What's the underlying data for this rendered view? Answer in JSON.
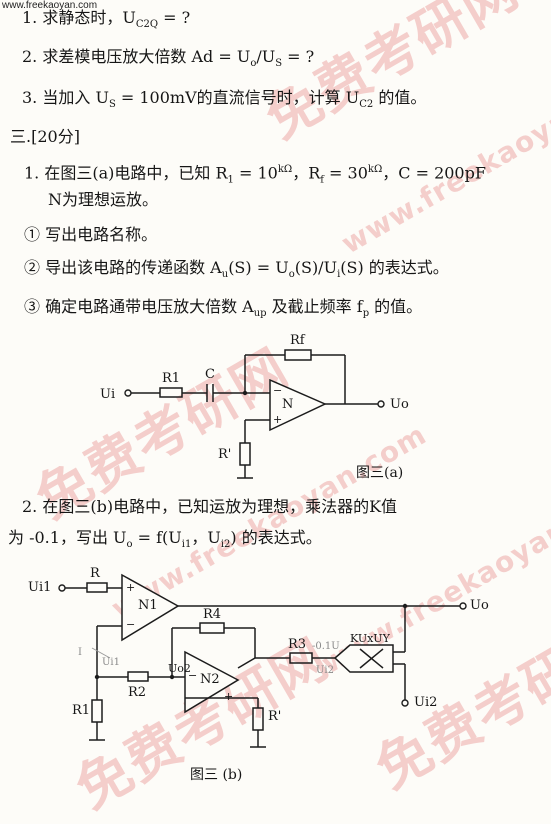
{
  "source_site": "www.freekaoyan.com",
  "watermarks": {
    "brand_cn": "免费考研网",
    "url": "www.freekaoyan.com"
  },
  "lines": {
    "q1": "1. 求静态时，U",
    "q1_sub": "C2Q",
    "q1_tail": " = ?",
    "q2": "2. 求差模电压放大倍数 Ad = U",
    "q2_sub_o": "o",
    "q2_mid": "/U",
    "q2_sub_s": "S",
    "q2_tail": " = ?",
    "q3": "3. 当加入 U",
    "q3_sub": "S",
    "q3_tail": " = 100mV的直流信号时，计算 U",
    "q3_sub2": "C2",
    "q3_end": " 的值。",
    "section3": "三.[20分]",
    "s3_1": "1. 在图三(a)电路中，已知 R",
    "s3_1_sub1": "1",
    "s3_1_a": " = 10",
    "s3_1_sup1": "kΩ",
    "s3_1_b": "，R",
    "s3_1_sub2": "f",
    "s3_1_c": " = 30",
    "s3_1_sup2": "kΩ",
    "s3_1_d": "，C = 200pF",
    "s3_1_line2": "N为理想运放。",
    "s3_i1": "① 写出电路名称。",
    "s3_i2_a": "② 导出该电路的传递函数 A",
    "s3_i2_sub": "u",
    "s3_i2_b": "(S) = U",
    "s3_i2_num": "o",
    "s3_i2_c": "(S)/U",
    "s3_i2_den": "i",
    "s3_i2_d": "(S) 的表达式。",
    "s3_i3_a": "③ 确定电路通带电压放大倍数 A",
    "s3_i3_sub": "up",
    "s3_i3_b": " 及截止频率 f",
    "s3_i3_sub2": "p",
    "s3_i3_c": " 的值。",
    "s3_2_line1": "2. 在图三(b)电路中，已知运放为理想，乘法器的K值",
    "s3_2_line2_a": "为 -0.1，写出 U",
    "s3_2_line2_sub": "o",
    "s3_2_line2_b": " = f(U",
    "s3_2_line2_s1": "i1",
    "s3_2_line2_c": "，U",
    "s3_2_line2_s2": "i2",
    "s3_2_line2_d": ") 的表达式。"
  },
  "figure_a": {
    "caption": "图三(a)",
    "labels": {
      "Rf": "Rf",
      "R1": "R1",
      "C": "C",
      "N": "N",
      "Ui": "Ui",
      "Uo": "Uo",
      "Rprime": "R'",
      "minus": "−",
      "plus": "+"
    }
  },
  "figure_b": {
    "caption": "图三 (b)",
    "labels": {
      "Ui1": "Ui1",
      "R": "R",
      "N1": "N1",
      "Uo": "Uo",
      "R4": "R4",
      "R3": "R3",
      "multiplier": "KUxUY",
      "Uo2": "Uo2",
      "N2": "N2",
      "R2": "R2",
      "R1": "R1",
      "Rprime": "R'",
      "Ui2": "Ui2",
      "I": "I",
      "Uii": "Ui1",
      "pencil_top": "-0.1U",
      "pencil_bot": "Ui2",
      "minus": "−",
      "plus": "+"
    }
  }
}
